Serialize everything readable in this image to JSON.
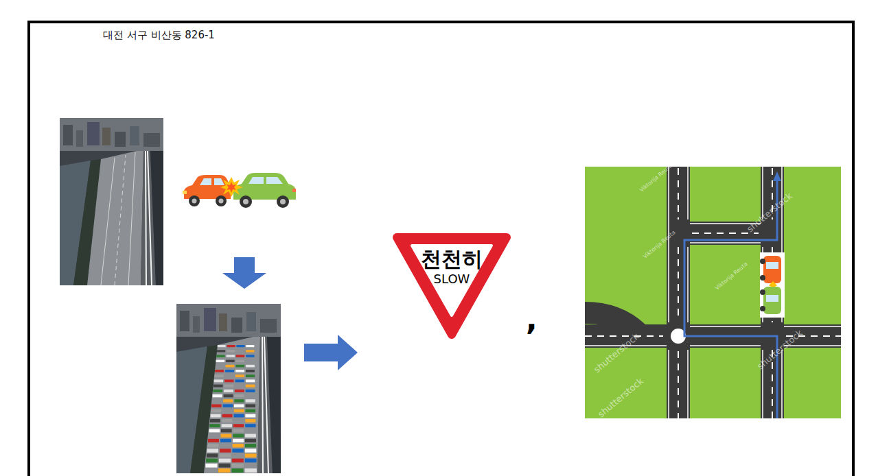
{
  "diagram": {
    "title": "대전 서구 비산동 826-1",
    "nodes": [
      {
        "text": [
          "천천히",
          "SLOW"
        ]
      }
    ],
    "labels": [
      ",",
      "shutterstock",
      "shutterstock",
      "shutterstock",
      "shutterstock",
      "Viktorija Reuta",
      "Viktorija Reuta",
      "Viktorija Reuta"
    ]
  }
}
